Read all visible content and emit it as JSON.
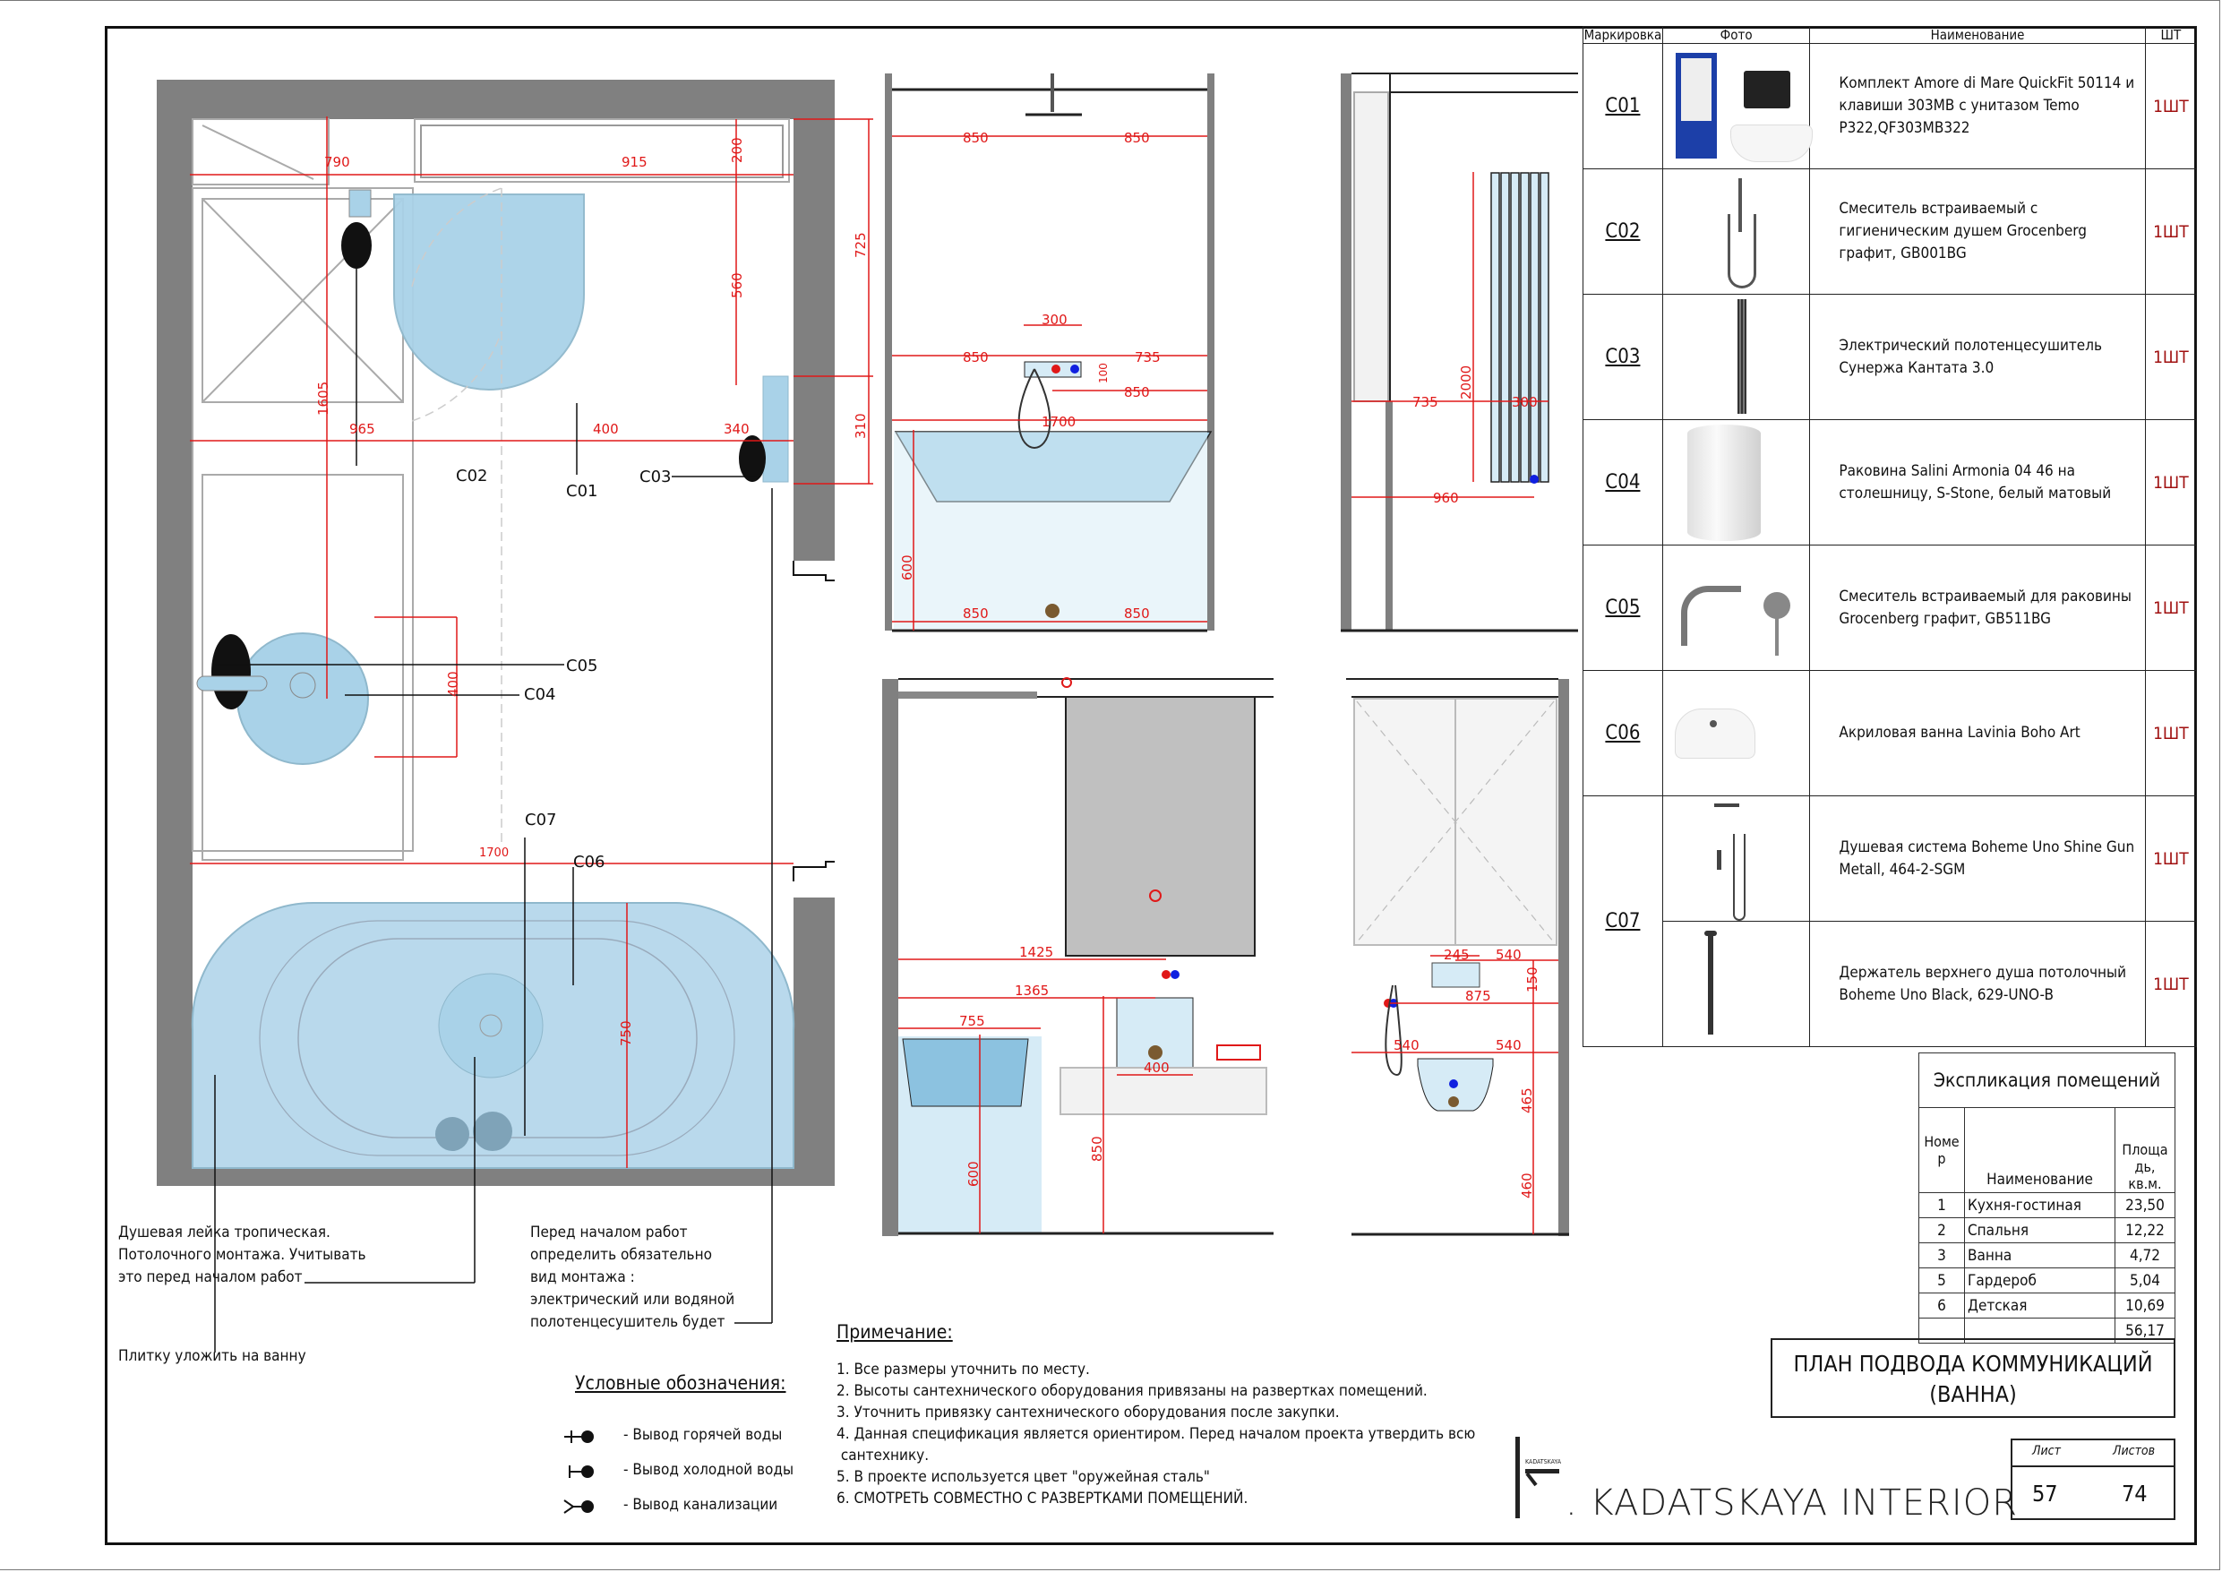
{
  "sheet": {
    "title_line1": "ПЛАН ПОДВОДА КОММУНИКАЦИЙ",
    "title_line2": "(ВАННА)",
    "sheet_label": "Лист",
    "sheets_label": "Листов",
    "sheet_number": "57",
    "sheets_total": "74",
    "brand": ". KADATSKAYA INTERIOR",
    "brand_small": "KADATSKAYA"
  },
  "colors": {
    "dimension": "#e01818",
    "fixture_fill": "#a9d2e8",
    "wall": "#808080",
    "hot_water": "#e01818",
    "cold_water": "#1020e0",
    "drain": "#7a5a30",
    "quantity": "#a01010"
  },
  "spec_table": {
    "headers": {
      "code": "Маркировка",
      "photo": "Фото",
      "name": "Наименование",
      "qty": "ШТ"
    },
    "rows": [
      {
        "code": "C01",
        "name": "Комплект Amore di Mare QuickFit 50114 и клавиши 303MB с унитазом Temo P322,QF303MB322",
        "qty": "1ШТ",
        "photo": "installation-frame-with-toilet"
      },
      {
        "code": "C02",
        "name": "Смеситель встраиваемый с гигиеническим душем Grocenberg графит, GB001BG",
        "qty": "1ШТ",
        "photo": "hygienic-shower"
      },
      {
        "code": "C03",
        "name": "Электрический полотенцесушитель Сунержа Кантата 3.0",
        "qty": "1ШТ",
        "photo": "towel-dryer"
      },
      {
        "code": "C04",
        "name": "Раковина Salini Armonia 04 46 на столешницу, S-Stone, белый матовый",
        "qty": "1ШТ",
        "photo": "cylinder-sink"
      },
      {
        "code": "C05",
        "name": "Смеситель встраиваемый для раковины Grocenberg графит, GB511BG",
        "qty": "1ШТ",
        "photo": "wall-faucet"
      },
      {
        "code": "C06",
        "name": "Акриловая ванна Lavinia Boho Art",
        "qty": "1ШТ",
        "photo": "bathtub"
      },
      {
        "code": "C07",
        "name": "Душевая система Boheme Uno Shine Gun Metall, 464-2-SGM",
        "qty": "1ШТ",
        "photo": "shower-system"
      },
      {
        "code": "",
        "name": "Держатель верхнего душа потолочный Boheme Uno Black, 629-UNO-B",
        "qty": "1ШТ",
        "photo": "ceiling-shower-arm"
      }
    ]
  },
  "explication": {
    "title": "Экспликация помещений",
    "headers": {
      "num": "Номер",
      "name": "Наименование",
      "area": "Площадь, кв.м."
    },
    "rows": [
      {
        "num": "1",
        "name": "Кухня-гостиная",
        "area": "23,50"
      },
      {
        "num": "2",
        "name": "Спальня",
        "area": "12,22"
      },
      {
        "num": "3",
        "name": "Ванна",
        "area": "4,72"
      },
      {
        "num": "5",
        "name": "Гардероб",
        "area": "5,04"
      },
      {
        "num": "6",
        "name": "Детская",
        "area": "10,69"
      }
    ],
    "total": "56,17"
  },
  "notes": {
    "title": "Примечание:",
    "items": [
      "1. Все размеры уточнить по месту.",
      "2. Высоты сантехнического оборудования привязаны на развертках помещений.",
      "3. Уточнить привязку сантехнического оборудования после закупки.",
      "4. Данная спецификация является ориентиром. Перед началом проекта утвердить всю",
      " сантехнику.",
      "5. В проекте используется цвет \"оружейная сталь\"",
      "6. СМОТРЕТЬ СОВМЕСТНО С РАЗВЕРТКАМИ ПОМЕЩЕНИЙ."
    ]
  },
  "legend": {
    "title": "Условные обозначения:",
    "items": [
      {
        "icon": "hot-water-outlet-icon",
        "label": "- Вывод горячей воды"
      },
      {
        "icon": "cold-water-outlet-icon",
        "label": "- Вывод холодной воды"
      },
      {
        "icon": "sewer-outlet-icon",
        "label": "- Вывод канализации"
      }
    ]
  },
  "callouts": {
    "shower_head": [
      "Душевая лейка тропическая.",
      "Потолочного монтажа. Учитывать",
      "это перед началом работ"
    ],
    "tile": "Плитку уложить на ванну",
    "towel_dryer": [
      "Перед началом работ",
      "определить обязательно",
      "вид монтажа :",
      "электрический или водяной",
      "полотенцесушитель будет"
    ]
  },
  "plan": {
    "labels": {
      "c01": "C01",
      "c02": "C02",
      "c03": "C03",
      "c04": "C04",
      "c05": "C05",
      "c06": "C06",
      "c07": "C07"
    },
    "dims": {
      "d790": "790",
      "d915": "915",
      "d200": "200",
      "d725": "725",
      "d560": "560",
      "d310": "310",
      "d1605": "1605",
      "d965": "965",
      "d400": "400",
      "d340": "340",
      "d400v": "400",
      "d1700": "1700",
      "d750": "750"
    }
  },
  "elev_bath": {
    "dims": {
      "t850a": "850",
      "t850b": "850",
      "d300": "300",
      "m850": "850",
      "d735": "735",
      "d100": "100",
      "r850": "850",
      "d1700": "1700",
      "d600": "600",
      "b850a": "850",
      "b850b": "850"
    }
  },
  "elev_dryer": {
    "dims": {
      "d2000": "2000",
      "d735": "735",
      "d300": "300",
      "d960": "960"
    }
  },
  "elev_sink": {
    "dims": {
      "d1425": "1425",
      "d1365": "1365",
      "d755": "755",
      "d850": "850",
      "d600": "600",
      "d400": "400"
    }
  },
  "elev_wc": {
    "dims": {
      "d245": "245",
      "d540a": "540",
      "d150": "150",
      "d875": "875",
      "d465": "465",
      "d540b": "540",
      "d540c": "540",
      "d460": "460"
    }
  }
}
